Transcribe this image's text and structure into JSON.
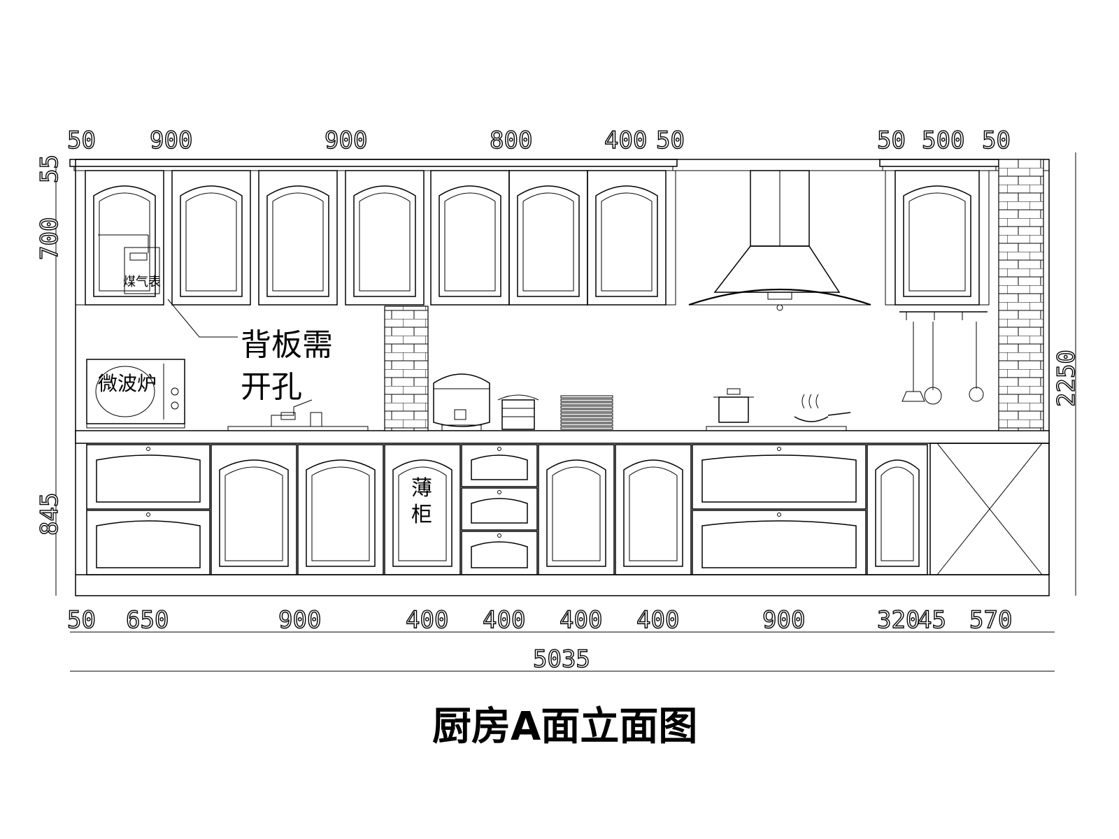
{
  "title": "厨房A面立面图",
  "annotations": {
    "backboard_line1": "背板需",
    "backboard_line2": "开孔",
    "microwave": "微波炉",
    "gas_meter": "煤气表",
    "thin_cabinet_1": "薄",
    "thin_cabinet_2": "柜"
  },
  "dims_top": [
    "50",
    "900",
    "900",
    "800",
    "400",
    "50",
    "50",
    "500",
    "50"
  ],
  "dims_bottom": [
    "50",
    "650",
    "900",
    "400",
    "400",
    "400",
    "400",
    "900",
    "320",
    "45",
    "570"
  ],
  "dim_total": "5035",
  "dims_left": [
    "55",
    "700",
    "845"
  ],
  "dim_right": "2250"
}
